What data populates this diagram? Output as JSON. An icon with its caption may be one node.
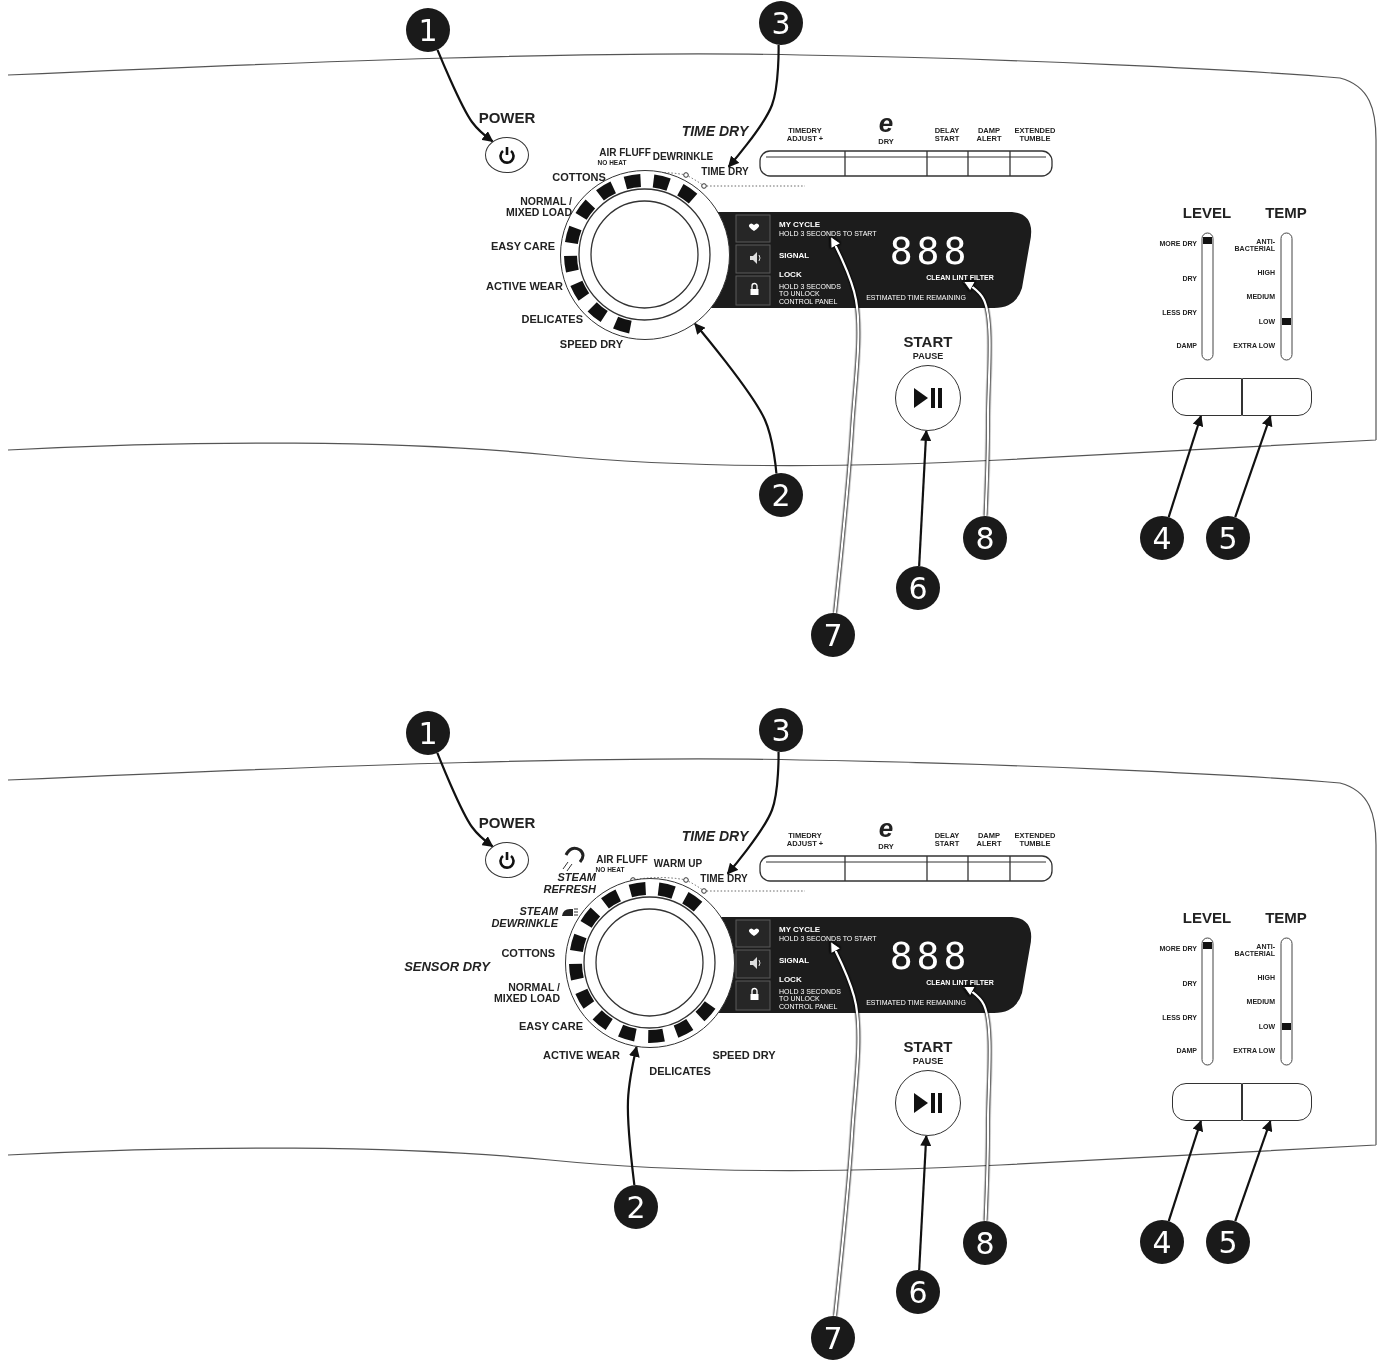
{
  "diagram": {
    "nodes": [
      {
        "text": [
          "1"
        ]
      },
      {
        "text": [
          "3"
        ]
      },
      {
        "text": [],
        "shape": "circle"
      },
      {
        "text": [
          "TIME DRY"
        ]
      },
      {
        "text": [],
        "shape": "circle"
      },
      {
        "text": [
          "MY CYCLE",
          "HOLD 3 SECONDS TO START"
        ]
      },
      {
        "text": [
          "CLEAN LINT FILTER"
        ]
      },
      {
        "text": [],
        "shape": "circle"
      },
      {
        "text": [],
        "shape": "box"
      },
      {
        "text": [],
        "shape": "box"
      },
      {
        "text": [
          "2"
        ]
      },
      {
        "text": [
          "8"
        ]
      },
      {
        "text": [
          "4"
        ]
      },
      {
        "text": [
          "5"
        ]
      },
      {
        "text": [
          "6"
        ]
      },
      {
        "text": [
          "7"
        ]
      },
      {
        "text": [
          "1"
        ]
      },
      {
        "text": [
          "3"
        ]
      },
      {
        "text": [],
        "shape": "circle"
      },
      {
        "text": [
          "TIME DRY"
        ]
      },
      {
        "text": [],
        "shape": "circle"
      },
      {
        "text": [
          "MY CYCLE",
          "HOLD 3 SECONDS TO START"
        ]
      },
      {
        "text": [
          "CLEAN LINT FILTER"
        ]
      },
      {
        "text": [],
        "shape": "circle"
      },
      {
        "text": [],
        "shape": "box"
      },
      {
        "text": [],
        "shape": "box"
      },
      {
        "text": [
          "2"
        ]
      },
      {
        "text": [
          "8"
        ]
      },
      {
        "text": [
          "4"
        ]
      },
      {
        "text": [
          "5"
        ]
      },
      {
        "text": [
          "6"
        ]
      },
      {
        "text": [
          "7"
        ]
      }
    ],
    "edges": [
      {
        "from": 0,
        "to": 2,
        "arrow": "to"
      },
      {
        "from": 1,
        "to": 3,
        "arrow": "to"
      },
      {
        "from": 10,
        "to": 4,
        "arrow": "to"
      },
      {
        "from": 15,
        "to": 5,
        "arrow": "to",
        "color": "#ffffff"
      },
      {
        "from": 11,
        "to": 6,
        "arrow": "to",
        "color": "#ffffff"
      },
      {
        "from": 14,
        "to": 7,
        "arrow": "to"
      },
      {
        "from": 12,
        "to": 8,
        "arrow": "to"
      },
      {
        "from": 13,
        "to": 9,
        "arrow": "to"
      },
      {
        "from": 16,
        "to": 18,
        "arrow": "to"
      },
      {
        "from": 17,
        "to": 19,
        "arrow": "to"
      },
      {
        "from": 26,
        "to": 20,
        "arrow": "to"
      },
      {
        "from": 31,
        "to": 21,
        "arrow": "to",
        "color": "#ffffff"
      },
      {
        "from": 27,
        "to": 22,
        "arrow": "to",
        "color": "#ffffff"
      },
      {
        "from": 30,
        "to": 23,
        "arrow": "to"
      },
      {
        "from": 28,
        "to": 24,
        "arrow": "to"
      },
      {
        "from": 29,
        "to": 25,
        "arrow": "to"
      }
    ],
    "labels": [
      "POWER",
      "TIME DRY",
      "TIMEDRY ADJUST +",
      "e",
      "DRY",
      "DELAY START",
      "DAMP ALERT",
      "EXTENDED TUMBLE",
      "AIR FLUFF",
      "NO HEAT",
      "DEWRINKLE",
      "COTTONS",
      "NORMAL / MIXED LOAD",
      "EASY CARE",
      "ACTIVE WEAR",
      "DELICATES",
      "SPEED DRY",
      "SIGNAL",
      "LOCK",
      "HOLD 3 SECONDS TO UNLOCK CONTROL PANEL",
      "888",
      "ESTIMATED TIME REMAINING",
      "START",
      "PAUSE",
      "LEVEL",
      "TEMP",
      "MORE DRY",
      "DRY",
      "LESS DRY",
      "DAMP",
      "ANTI-BACTERIAL",
      "HIGH",
      "MEDIUM",
      "LOW",
      "EXTRA LOW",
      "POWER",
      "TIME DRY",
      "TIMEDRY ADJUST +",
      "e",
      "DRY",
      "DELAY START",
      "DAMP ALERT",
      "EXTENDED TUMBLE",
      "STEAM REFRESH",
      "AIR FLUFF",
      "NO HEAT",
      "WARM UP",
      "STEAM DEWRINKLE",
      "SENSOR DRY",
      "COTTONS",
      "NORMAL / MIXED LOAD",
      "EASY CARE",
      "ACTIVE WEAR",
      "SPEED DRY",
      "DELICATES",
      "SIGNAL",
      "LOCK",
      "HOLD 3 SECONDS TO UNLOCK CONTROL PANEL",
      "888",
      "ESTIMATED TIME REMAINING",
      "START",
      "PAUSE",
      "LEVEL",
      "TEMP",
      "MORE DRY",
      "DRY",
      "LESS DRY",
      "DAMP",
      "ANTI-BACTERIAL",
      "HIGH",
      "MEDIUM",
      "LOW",
      "EXTRA LOW"
    ]
  }
}
